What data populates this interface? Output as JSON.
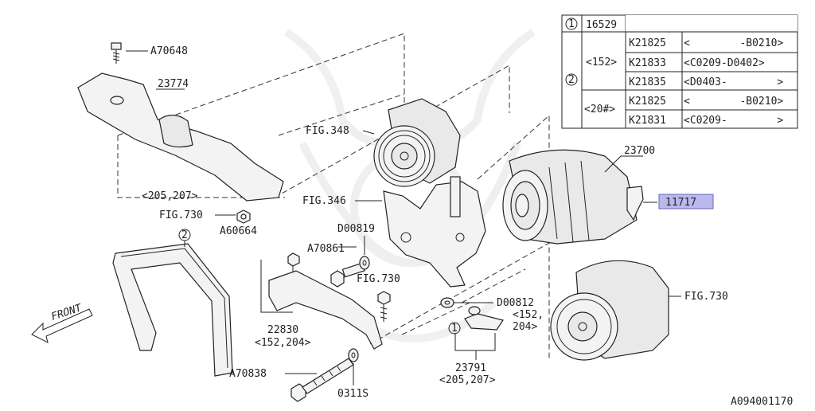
{
  "labels": {
    "a70648": "A70648",
    "p23774": "23774",
    "p23774_range": "<205,207>",
    "fig348": "FIG.348",
    "fig346": "FIG.346",
    "fig730_left": "FIG.730",
    "a60664": "A60664",
    "d00819": "D00819",
    "a70861": "A70861",
    "fig730_mid": "FIG.730",
    "p22830": "22830",
    "p22830_range": "<152,204>",
    "a70838": "A70838",
    "p0311s": "0311S",
    "d00812": "D00812",
    "d00812_range1": "<152,",
    "d00812_range2": "204>",
    "p23791": "23791",
    "p23791_range": "<205,207>",
    "p23700": "23700",
    "p11717": "11717",
    "fig730_right": "FIG.730",
    "front": "FRONT",
    "callout1": "1",
    "callout2": "2",
    "diagram_id": "A094001170"
  },
  "table": {
    "row1": {
      "num": "1",
      "part": "16529"
    },
    "num2": "2",
    "group1": "<152>",
    "group2": "<20#>",
    "rows": [
      {
        "part": "K21825",
        "range": "<        -B0210>"
      },
      {
        "part": "K21833",
        "range": "<C0209-D0402>"
      },
      {
        "part": "K21835",
        "range": "<D0403-        >"
      },
      {
        "part": "K21825",
        "range": "<        -B0210>"
      },
      {
        "part": "K21831",
        "range": "<C0209-        >"
      }
    ]
  }
}
